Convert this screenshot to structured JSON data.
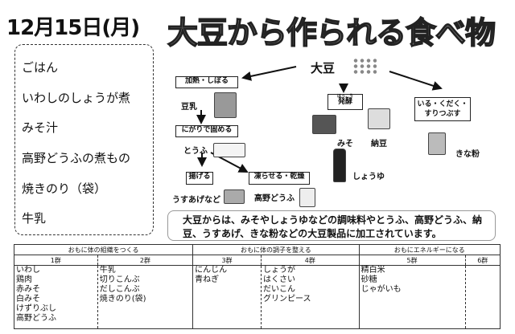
{
  "header": {
    "date": "12月15日(月)",
    "title": "大豆から作られる食べ物"
  },
  "menu": [
    "ごはん",
    "いわしのしょうが煮",
    "みそ汁",
    "高野どうふの煮もの",
    "焼きのり（袋）",
    "牛乳"
  ],
  "diagram": {
    "root": "大豆",
    "steps": {
      "heat": "加熱・しぼる",
      "nigari": "にがりで固める",
      "fry": "揚げる",
      "freeze": "凍らせる・乾燥",
      "ferment": "発酵",
      "ferment_ruby": "はっこう",
      "roast": "いる・くだく・すりつぶす"
    },
    "products": {
      "soymilk": "豆乳",
      "tofu": "とうふ",
      "usuage": "うすあげなど",
      "koya": "高野どうふ",
      "miso": "みそ",
      "natto": "納豆",
      "shoyu": "しょうゆ",
      "kinako": "きな粉"
    }
  },
  "description": "大豆からは、みそやしょうゆなどの調味料やとうふ、高野どうふ、納豆、うすあげ、きな粉などの大豆製品に加工されています。",
  "table": {
    "groups": [
      "おもに体の組織をつくる",
      "おもに体の調子を整える",
      "おもにエネルギーになる"
    ],
    "subgroups": [
      "1群",
      "2群",
      "3群",
      "4群",
      "5群",
      "6群"
    ],
    "cells": [
      [
        "いわし",
        "鶏肉",
        "赤みそ",
        "白みそ",
        "けずりぶし",
        "高野どうふ"
      ],
      [
        "牛乳",
        "切りこんぶ",
        "だしこんぶ",
        "焼きのり(袋)"
      ],
      [
        "にんじん",
        "青ねぎ"
      ],
      [
        "しょうが",
        "はくさい",
        "だいこん",
        "グリンピース"
      ],
      [
        "精白米",
        "砂糖",
        "じゃがいも"
      ],
      []
    ]
  }
}
